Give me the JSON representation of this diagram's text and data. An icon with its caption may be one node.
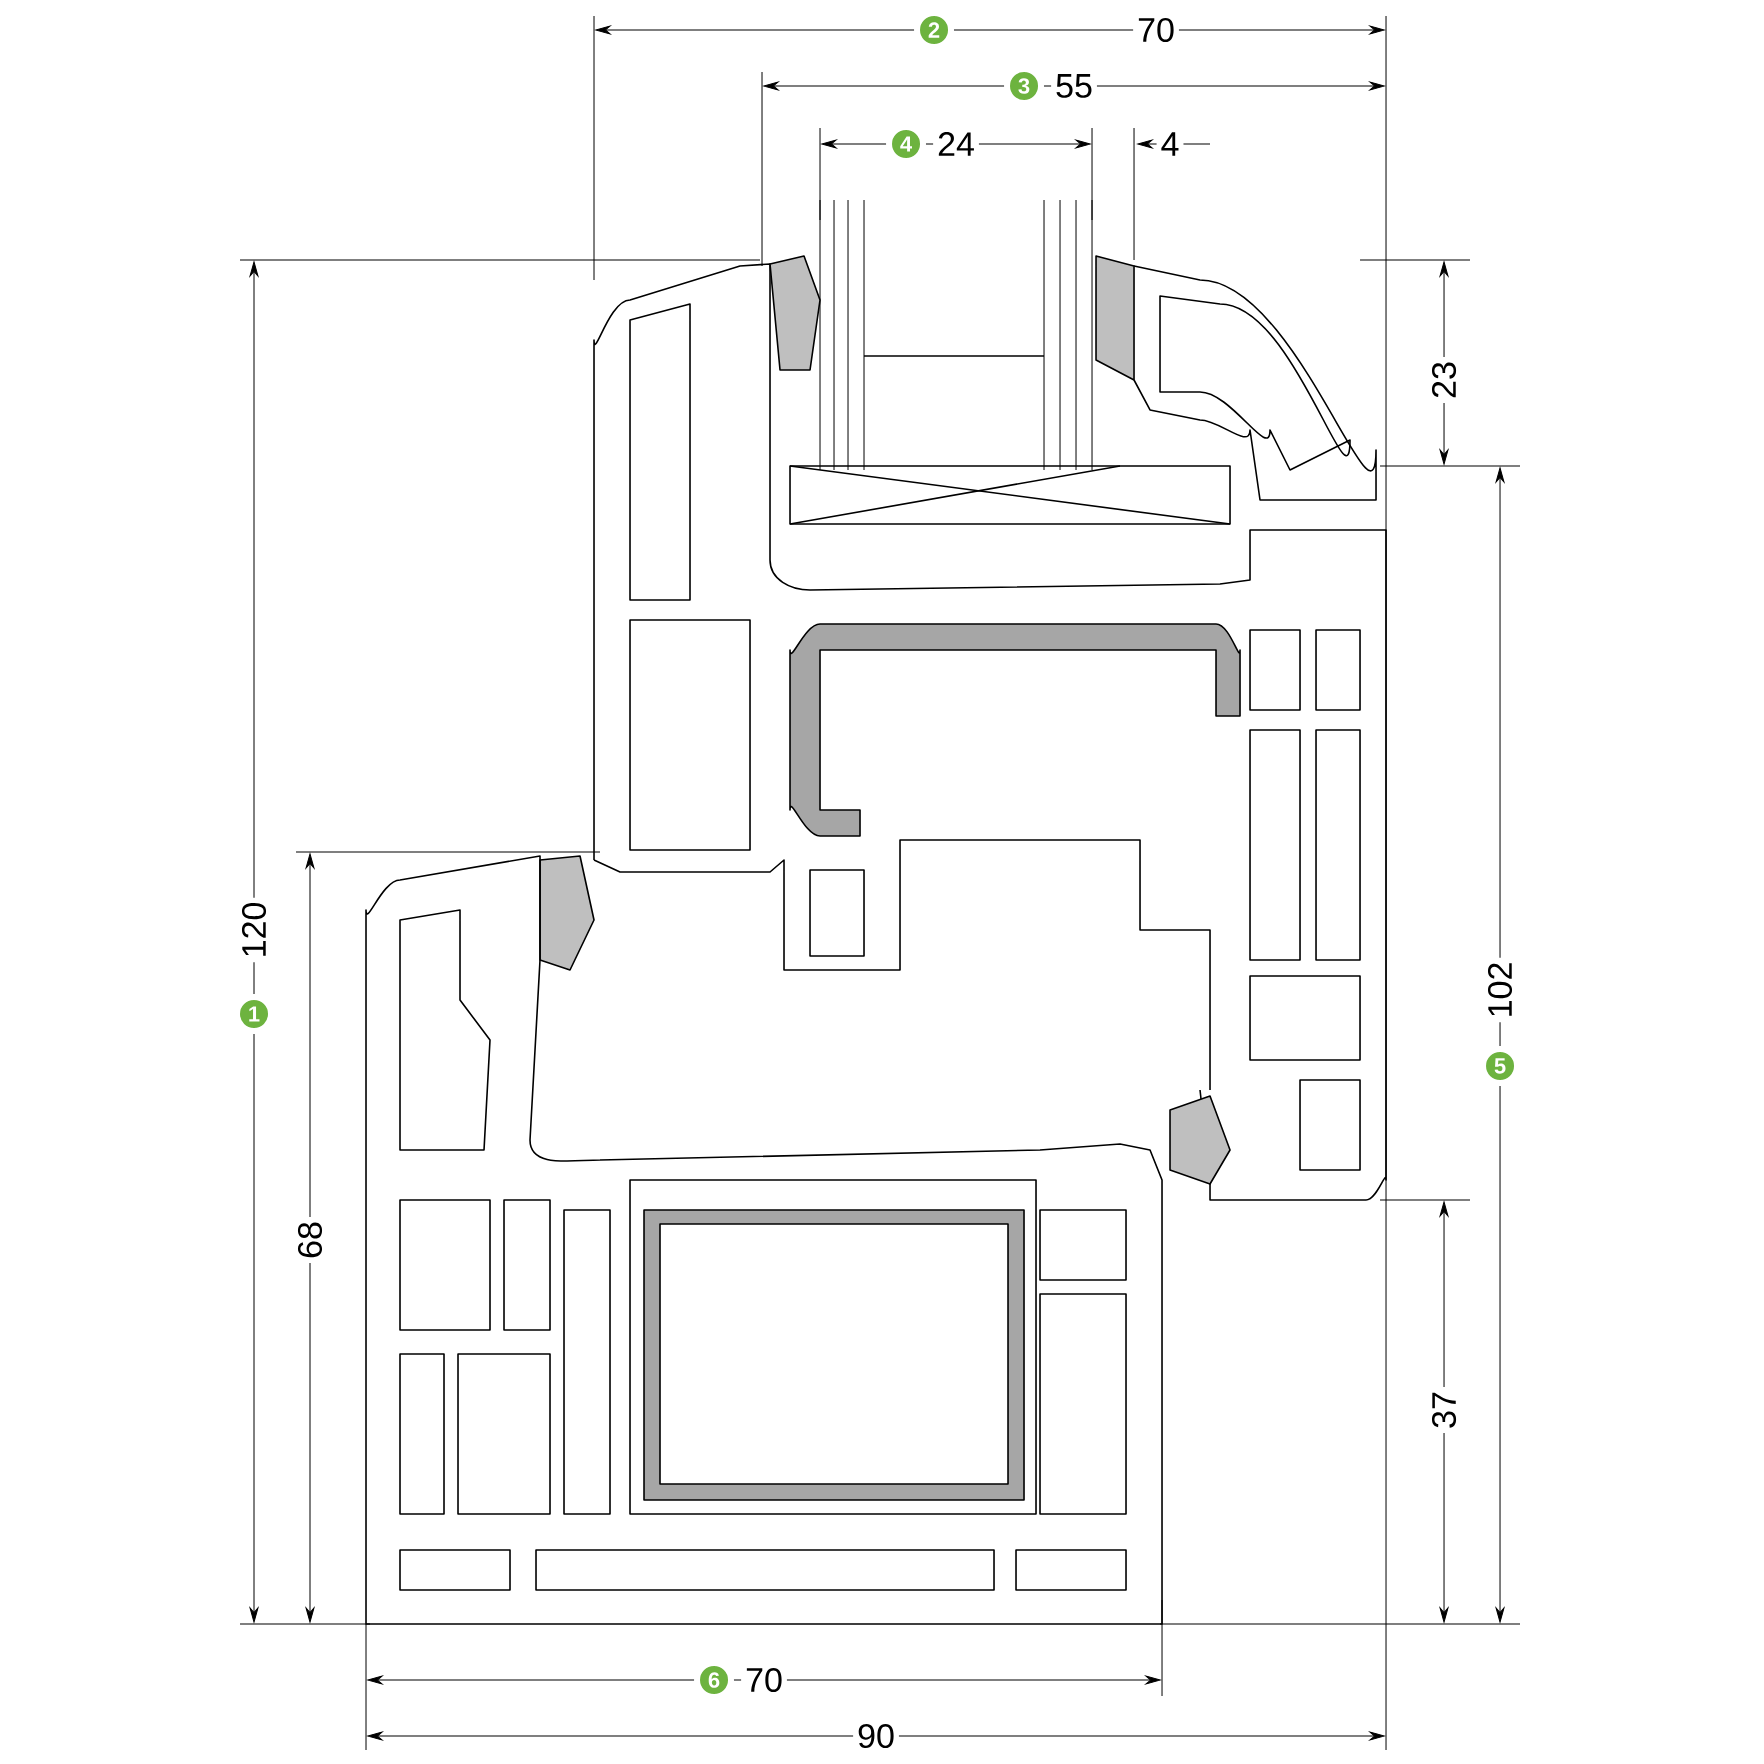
{
  "diagram": {
    "labels": [
      "2",
      "70",
      "3",
      "55",
      "4",
      "24",
      "4",
      "23",
      "120",
      "102",
      "1",
      "5",
      "68",
      "37",
      "6",
      "70",
      "90"
    ]
  }
}
